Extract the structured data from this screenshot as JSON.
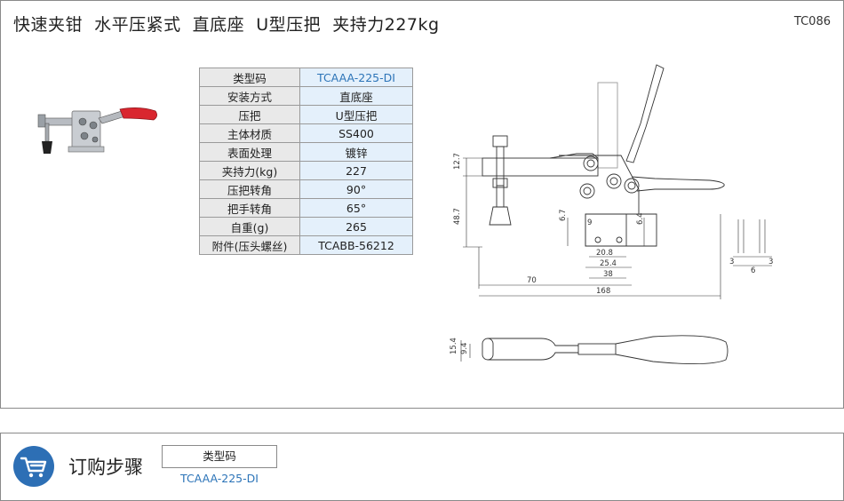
{
  "header": {
    "title": "快速夹钳  水平压紧式  直底座  U型压把  夹持力227kg",
    "code": "TC086"
  },
  "spec_table": [
    {
      "label": "类型码",
      "value": "TCAAA-225-DI"
    },
    {
      "label": "安装方式",
      "value": "直底座"
    },
    {
      "label": "压把",
      "value": "U型压把"
    },
    {
      "label": "主体材质",
      "value": "SS400"
    },
    {
      "label": "表面处理",
      "value": "镀锌"
    },
    {
      "label": "夹持力(kg)",
      "value": "227"
    },
    {
      "label": "压把转角",
      "value": "90°"
    },
    {
      "label": "把手转角",
      "value": "65°"
    },
    {
      "label": "自重(g)",
      "value": "265"
    },
    {
      "label": "附件(压头螺丝)",
      "value": "TCABB-56212"
    }
  ],
  "drawing": {
    "dims": {
      "d12_7": "12.7",
      "d48_7": "48.7",
      "d6_7": "6.7",
      "d9": "9",
      "d6_4": "6.4",
      "d20_8": "20.8",
      "d25_4": "25.4",
      "d38": "38",
      "d70": "70",
      "d168": "168",
      "d3a": "3",
      "d6": "6",
      "d3b": "3",
      "d15_4": "15.4",
      "d9_4": "9.4"
    }
  },
  "order": {
    "heading": "订购步骤",
    "type_label": "类型码",
    "type_value": "TCAAA-225-DI"
  },
  "colors": {
    "accent_blue": "#2d6fb5",
    "handle_red": "#d9262f",
    "value_blue": "#2c74b8"
  }
}
